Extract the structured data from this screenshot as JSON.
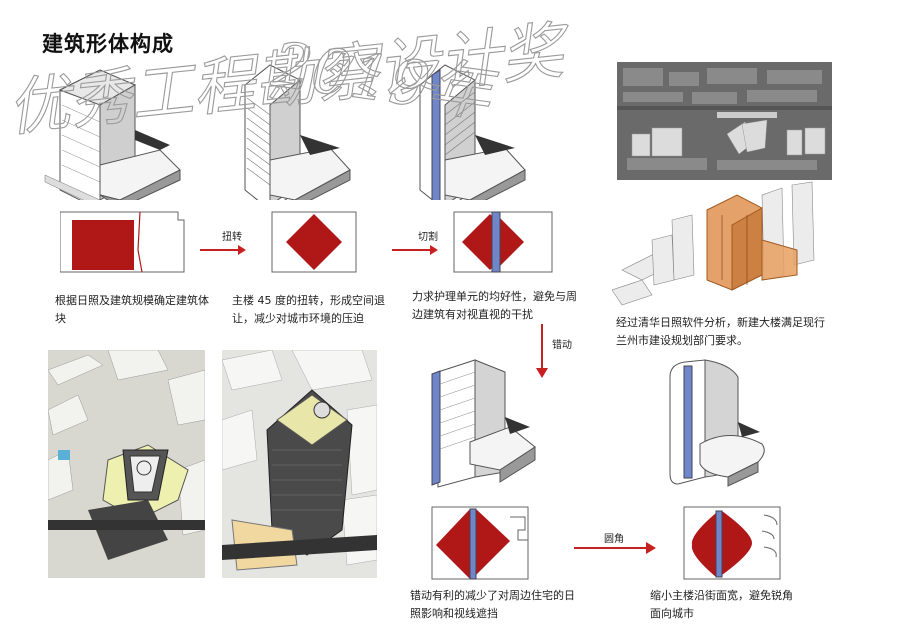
{
  "title": "建筑形体构成",
  "watermark": "优秀工程勘察设计奖",
  "watermark_year": "2019年",
  "arrow_labels": {
    "twist": "扭转",
    "cut": "切割",
    "offset": "错动",
    "round": "圆角"
  },
  "captions": {
    "step1": "根据日照及建筑规模确定建筑体块",
    "step2": "主楼 45 度的扭转，形成空间退让，减少对城市环境的压迫",
    "step3": "力求护理单元的均好性，避免与周边建筑有对视直视的干扰",
    "sun_analysis": "经过清华日照软件分析，新建大楼满足现行兰州市建设规划部门要求。",
    "step4": "错动有利的减少了对周边住宅的日照影响和视线遮挡",
    "step5": "缩小主楼沿街面宽，避免锐角面向城市"
  },
  "colors": {
    "red": "#b01818",
    "blue": "#6f86c9",
    "gray_dark": "#444444",
    "orange": "#e09050",
    "arrow_red": "#c82020"
  }
}
